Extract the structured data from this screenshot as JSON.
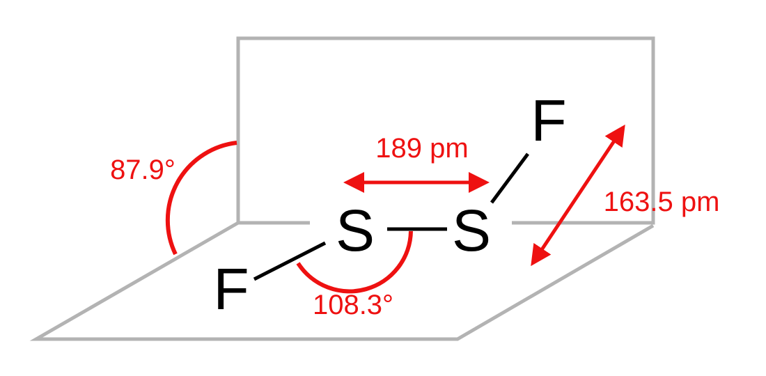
{
  "molecule": {
    "atoms": {
      "fluorine_left": "F",
      "sulfur_left": "S",
      "sulfur_right": "S",
      "fluorine_right": "F"
    }
  },
  "measurements": {
    "ss_bond_length": "189 pm",
    "sf_bond_length": "163.5 pm",
    "fss_bond_angle": "108.3°",
    "dihedral_angle": "87.9°"
  },
  "colors": {
    "annotation": "#ee1111",
    "plane": "#b3b3b3",
    "atom": "#000000",
    "background": "#ffffff"
  }
}
